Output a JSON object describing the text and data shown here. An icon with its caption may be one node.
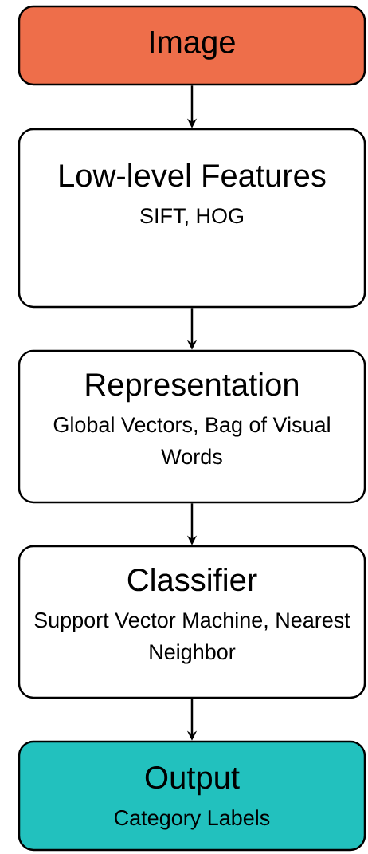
{
  "diagram": {
    "nodes": [
      {
        "text": [
          "Image"
        ]
      },
      {
        "text": [
          "Low-level Features",
          "SIFT, HOG"
        ]
      },
      {
        "text": [
          "Representation",
          "Global Vectors, Bag of Visual Words"
        ]
      },
      {
        "text": [
          "Classifier",
          "Support Vector Machine, Nearest Neighbor"
        ]
      },
      {
        "text": [
          "Output",
          "Category Labels"
        ]
      }
    ],
    "edges": [
      {
        "from": 0,
        "to": 1,
        "arrow": "to"
      },
      {
        "from": 1,
        "to": 2,
        "arrow": "to"
      },
      {
        "from": 2,
        "to": 3,
        "arrow": "to"
      },
      {
        "from": 3,
        "to": 4,
        "arrow": "to"
      }
    ]
  }
}
